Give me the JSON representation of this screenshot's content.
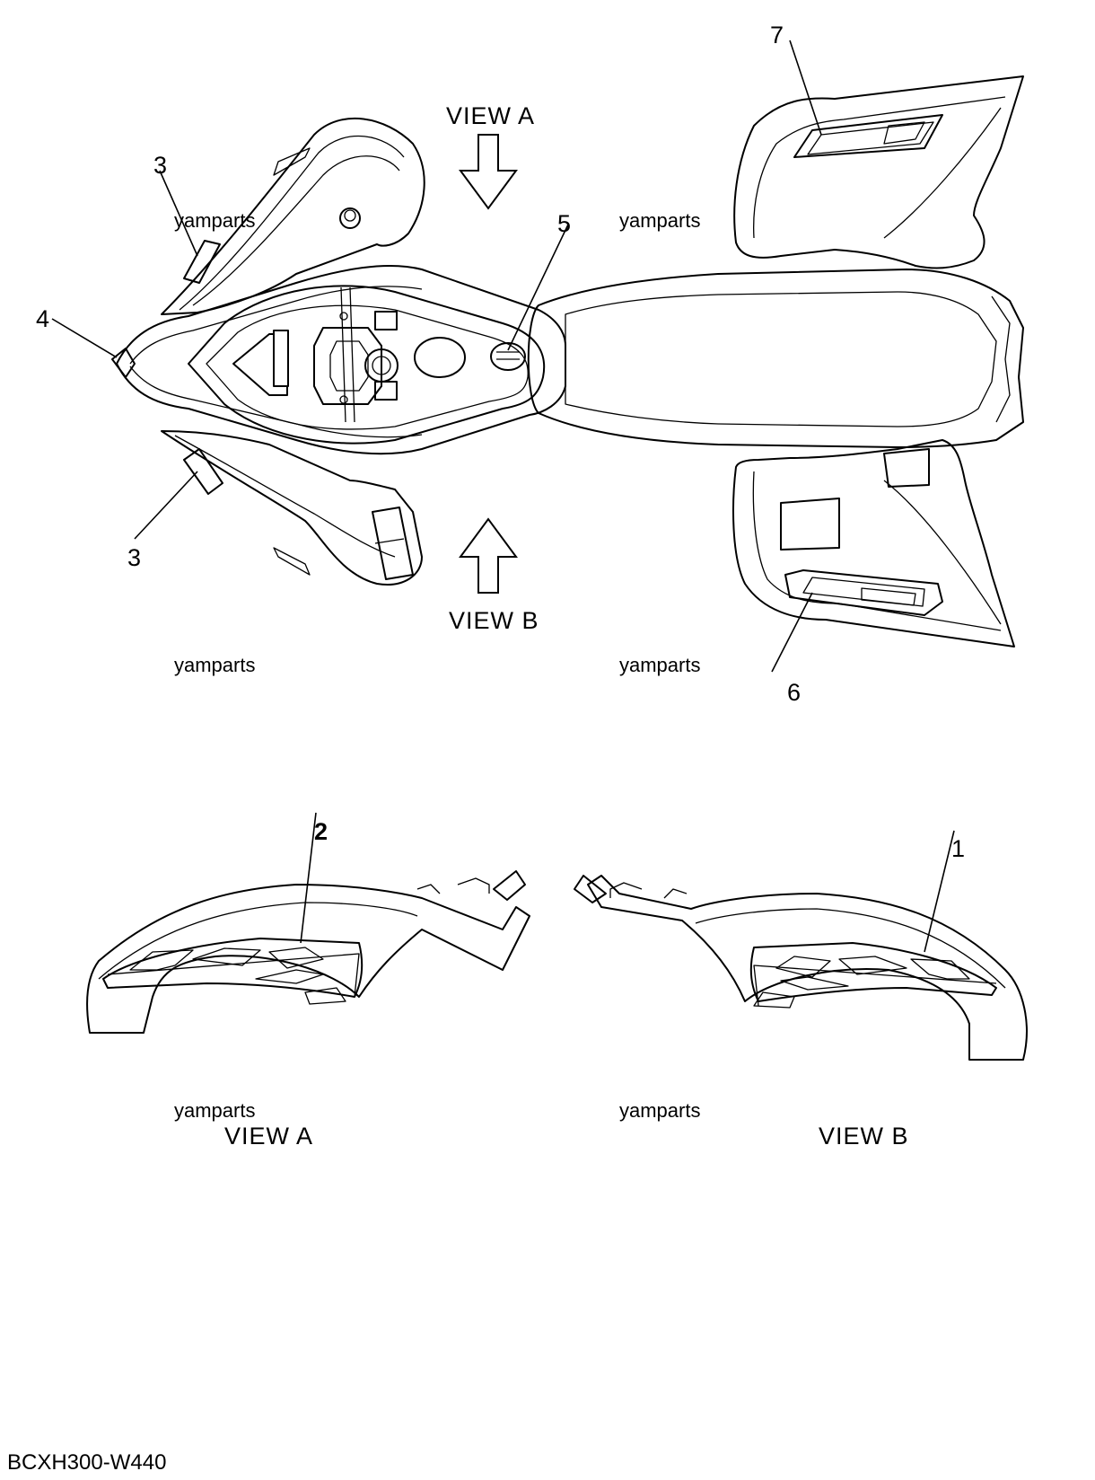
{
  "callouts": {
    "c1": "1",
    "c2": "2",
    "c3_top": "3",
    "c3_bottom": "3",
    "c4": "4",
    "c5": "5",
    "c6": "6",
    "c7": "7"
  },
  "views": {
    "view_a_top": "VIEW A",
    "view_b_top": "VIEW B",
    "view_a_bottom": "VIEW A",
    "view_b_bottom": "VIEW B"
  },
  "watermarks": {
    "w1": "yamparts",
    "w2": "yamparts",
    "w3": "yamparts",
    "w4": "yamparts",
    "w5": "yamparts",
    "w6": "yamparts"
  },
  "diagram_code": "BCXH300-W440"
}
